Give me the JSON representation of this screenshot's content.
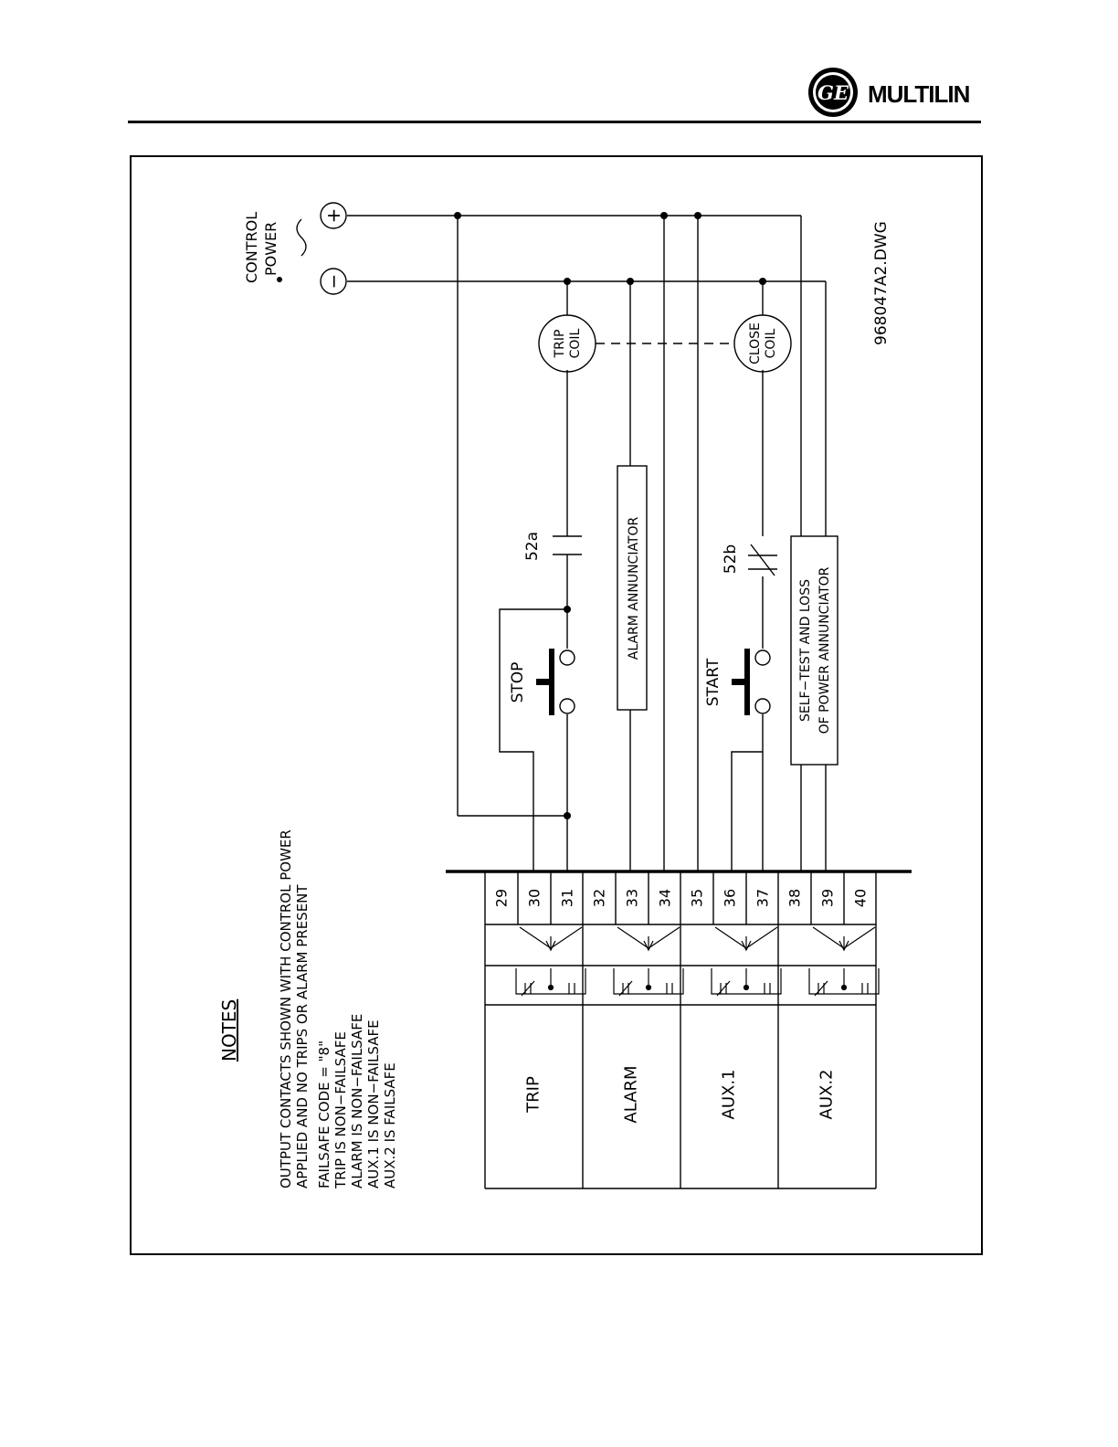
{
  "brand": {
    "logo_monogram": "GE",
    "name": "MULTILIN"
  },
  "diagram": {
    "drawing_number": "968047A2.DWG",
    "control_power": {
      "label_line1": "CONTROL",
      "label_line2": "POWER",
      "positive": "+",
      "negative": "−"
    },
    "coils": {
      "trip": [
        "TRIP",
        "COIL"
      ],
      "close": [
        "CLOSE",
        "COIL"
      ]
    },
    "contacts": {
      "52a": "52a",
      "52b": "52b"
    },
    "pushbuttons": {
      "stop": "STOP",
      "start": "START"
    },
    "annunciators": {
      "alarm": "ALARM ANNUNCIATOR",
      "selftest_line1": "SELF−TEST AND LOSS",
      "selftest_line2": "OF POWER ANNUNCIATOR"
    },
    "notes": {
      "heading": "NOTES",
      "lines": [
        "OUTPUT CONTACTS SHOWN WITH CONTROL POWER",
        "APPLIED AND NO TRIPS OR ALARM PRESENT",
        "FAILSAFE CODE   = \"8\"",
        "TRIP IS NON−FAILSAFE",
        "ALARM IS NON−FAILSAFE",
        "AUX.1 IS NON−FAILSAFE",
        "AUX.2 IS FAILSAFE"
      ]
    },
    "terminals": [
      "29",
      "30",
      "31",
      "32",
      "33",
      "34",
      "35",
      "36",
      "37",
      "38",
      "39",
      "40"
    ],
    "relays": [
      "TRIP",
      "ALARM",
      "AUX.1",
      "AUX.2"
    ]
  }
}
